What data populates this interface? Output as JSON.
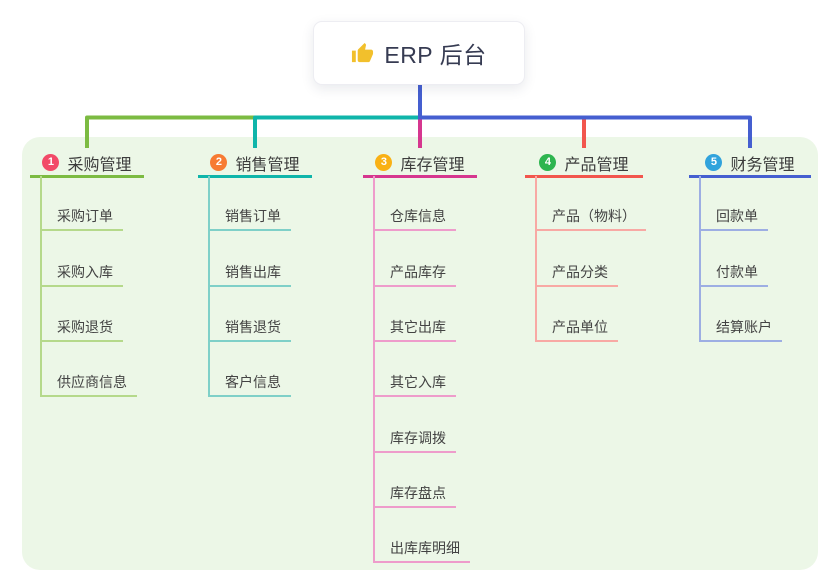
{
  "root": {
    "title": "ERP 后台",
    "icon": "thumbs-up-icon",
    "icon_color": "#f2c02c"
  },
  "canvas": {
    "page_bg": "#ffffff",
    "panel_bg": "#ecf7e7",
    "root_connector_color": "#455fd0"
  },
  "branches": [
    {
      "index": "1",
      "label": "采购管理",
      "badge_color": "#f24a68",
      "line_color": "#7cbb42",
      "light_color": "#b5d98b",
      "children": [
        "采购订单",
        "采购入库",
        "采购退货",
        "供应商信息"
      ]
    },
    {
      "index": "2",
      "label": "销售管理",
      "badge_color": "#f77b33",
      "line_color": "#0fb5aa",
      "light_color": "#7fd0c8",
      "children": [
        "销售订单",
        "销售出库",
        "销售退货",
        "客户信息"
      ]
    },
    {
      "index": "3",
      "label": "库存管理",
      "badge_color": "#f9b115",
      "line_color": "#d6378f",
      "light_color": "#ee9ccb",
      "children": [
        "仓库信息",
        "产品库存",
        "其它出库",
        "其它入库",
        "库存调拨",
        "库存盘点",
        "出库库明细"
      ]
    },
    {
      "index": "4",
      "label": "产品管理",
      "badge_color": "#2db54f",
      "line_color": "#f2564d",
      "light_color": "#f8a9a4",
      "children": [
        "产品（物料）",
        "产品分类",
        "产品单位"
      ]
    },
    {
      "index": "5",
      "label": "财务管理",
      "badge_color": "#31a3dc",
      "line_color": "#455fd0",
      "light_color": "#9daee3",
      "children": [
        "回款单",
        "付款单",
        "结算账户"
      ]
    }
  ]
}
